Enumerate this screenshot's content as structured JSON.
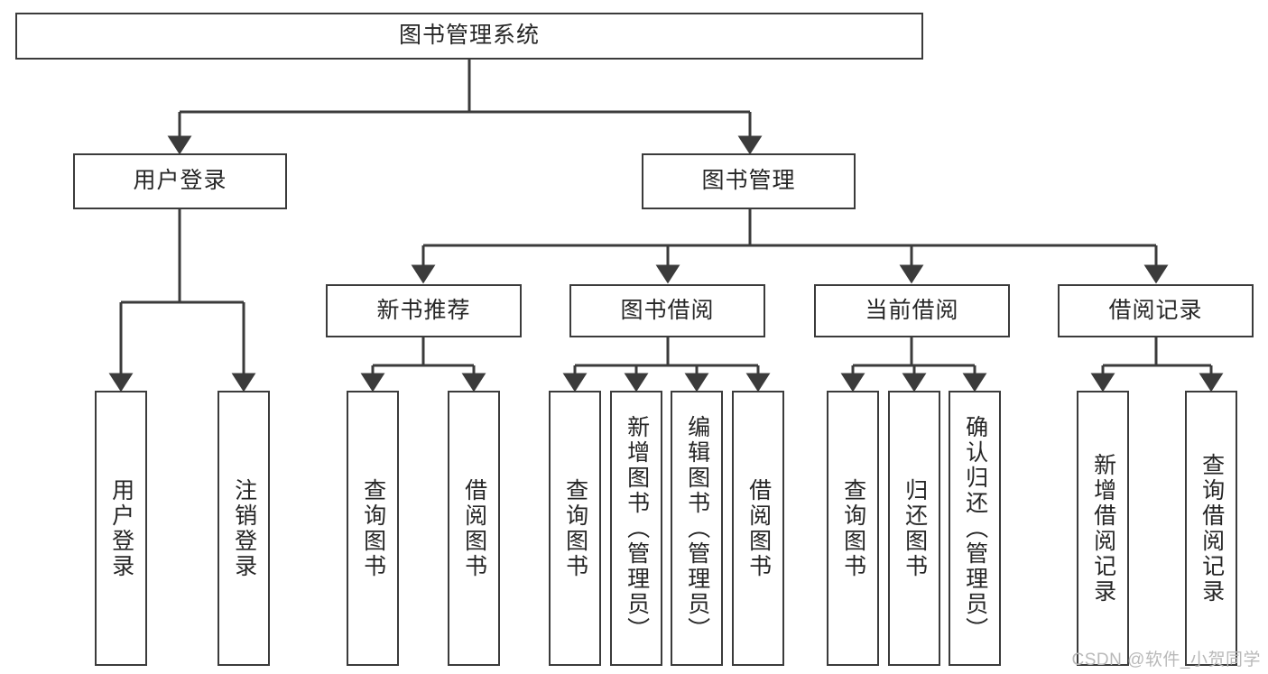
{
  "diagram": {
    "type": "tree",
    "title": "图书管理系统",
    "root": {
      "label": "图书管理系统"
    },
    "level2": [
      {
        "label": "用户登录"
      },
      {
        "label": "图书管理"
      }
    ],
    "level3": [
      {
        "label": "新书推荐"
      },
      {
        "label": "图书借阅"
      },
      {
        "label": "当前借阅"
      },
      {
        "label": "借阅记录"
      }
    ],
    "leaves": {
      "user_login": [
        {
          "label": "用户登录"
        },
        {
          "label": "注销登录"
        }
      ],
      "new_book": [
        {
          "label": "查询图书"
        },
        {
          "label": "借阅图书"
        }
      ],
      "book_borrow": [
        {
          "label": "查询图书"
        },
        {
          "label": "新增图书（管理员）"
        },
        {
          "label": "编辑图书（管理员）"
        },
        {
          "label": "借阅图书"
        }
      ],
      "current_borrow": [
        {
          "label": "查询图书"
        },
        {
          "label": "归还图书"
        },
        {
          "label": "确认归还（管理员）"
        }
      ],
      "borrow_record": [
        {
          "label": "新增借阅记录"
        },
        {
          "label": "查询借阅记录"
        }
      ]
    }
  },
  "watermark": {
    "text": "CSDN @软件_小贺同学"
  },
  "colors": {
    "stroke": "#3b3b3b",
    "text": "#262626",
    "background": "#ffffff",
    "watermark": "#b9b9b9"
  }
}
